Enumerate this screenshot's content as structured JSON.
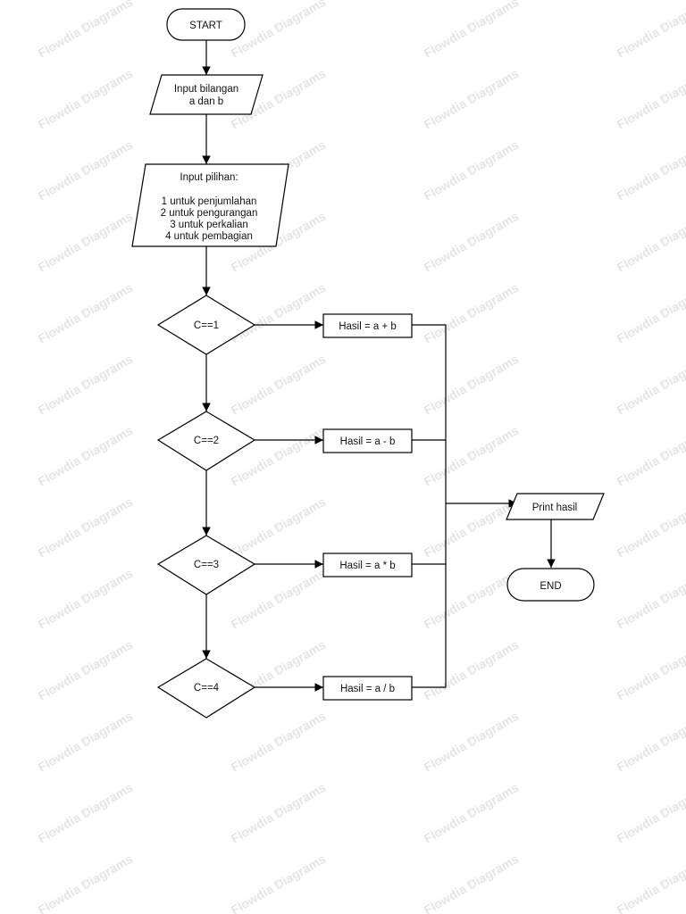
{
  "watermark": "Flowdia Diagrams",
  "nodes": {
    "start": "START",
    "input_numbers": [
      "Input bilangan",
      "a dan b"
    ],
    "input_choice": [
      "Input pilihan:",
      "",
      "1 untuk penjumlahan",
      "2 untuk pengurangan",
      "3 untuk perkalian",
      "4 untuk pembagian"
    ],
    "cond1": "C==1",
    "cond2": "C==2",
    "cond3": "C==3",
    "cond4": "C==4",
    "proc_add": "Hasil = a + b",
    "proc_sub": "Hasil = a - b",
    "proc_mul": "Hasil = a * b",
    "proc_div": "Hasil = a / b",
    "print": "Print hasil",
    "end": "END"
  }
}
